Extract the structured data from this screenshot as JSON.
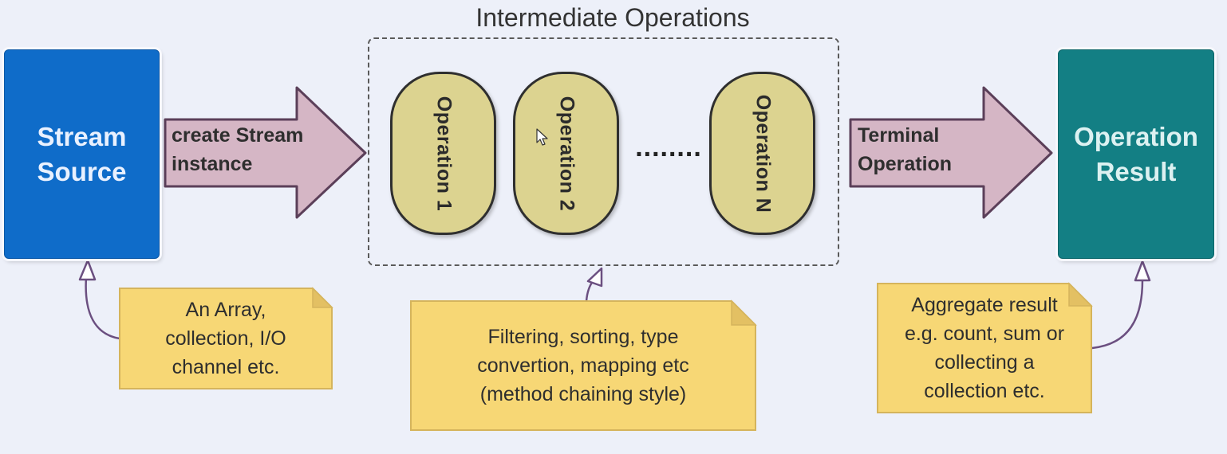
{
  "diagram": {
    "source": {
      "lines": [
        "Stream",
        "Source"
      ]
    },
    "create_arrow": {
      "lines": [
        "create Stream",
        "instance"
      ]
    },
    "group_title": "Intermediate Operations",
    "operations": [
      "Operation 1",
      "Operation 2",
      "Operation N"
    ],
    "ellipsis": "........",
    "terminal_arrow": {
      "lines": [
        "Terminal",
        "Operation"
      ]
    },
    "result": {
      "lines": [
        "Operation",
        "Result"
      ]
    },
    "notes": {
      "source": [
        "An Array,",
        "collection, I/O",
        "channel etc."
      ],
      "intermediate": [
        "Filtering, sorting, type",
        "convertion, mapping etc",
        "(method chaining style)"
      ],
      "result": [
        "Aggregate result",
        "e.g. count, sum or",
        "collecting a",
        "collection etc."
      ]
    }
  },
  "colors": {
    "background": "#edf0f9",
    "source_box": "#0f6cc9",
    "result_box": "#137f84",
    "arrow_fill": "#d5b6c5",
    "operation_fill": "#dcd390",
    "note_fill": "#f7d775"
  }
}
